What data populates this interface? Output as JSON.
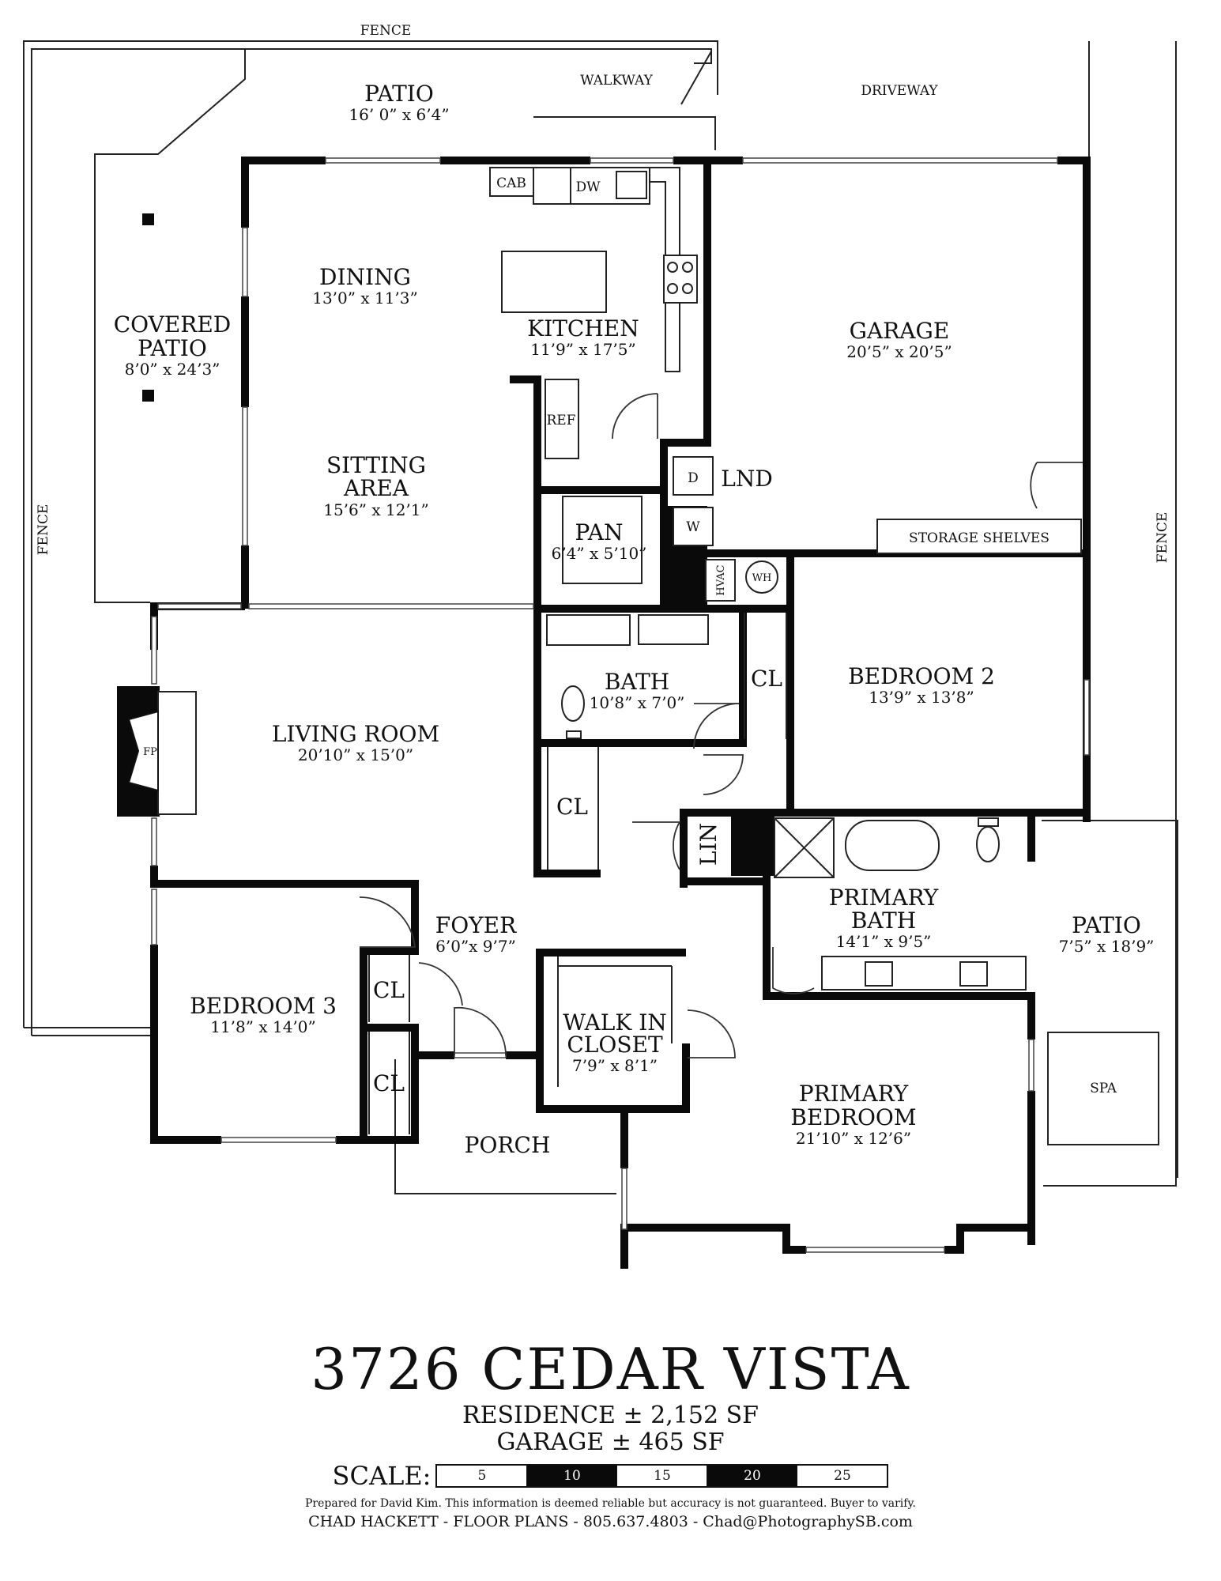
{
  "exterior": {
    "fence_top": "FENCE",
    "fence_left": "FENCE",
    "fence_right": "FENCE",
    "walkway": "WALKWAY",
    "driveway": "DRIVEWAY",
    "porch": "PORCH"
  },
  "rooms": {
    "patio_rear": {
      "name": "PATIO",
      "dims": "16’ 0” x 6’4”"
    },
    "covered_patio": {
      "name_line1": "COVERED",
      "name_line2": "PATIO",
      "dims": "8’0” x 24’3”"
    },
    "dining": {
      "name": "DINING",
      "dims": "13’0” x 11’3”"
    },
    "kitchen": {
      "name": "KITCHEN",
      "dims": "11’9” x 17’5”"
    },
    "sitting_area": {
      "name_line1": "SITTING",
      "name_line2": "AREA",
      "dims": "15’6” x 12’1”"
    },
    "garage": {
      "name": "GARAGE",
      "dims": "20’5” x 20’5”"
    },
    "pantry": {
      "name": "PAN",
      "dims": "6’4” x 5’10”"
    },
    "laundry": {
      "name": "LND"
    },
    "living_room": {
      "name": "LIVING ROOM",
      "dims": "20’10” x 15’0”"
    },
    "bath": {
      "name": "BATH",
      "dims": "10’8” x 7’0”"
    },
    "bedroom2": {
      "name": "BEDROOM 2",
      "dims": "13’9” x 13’8”"
    },
    "foyer": {
      "name": "FOYER",
      "dims": "6’0”x 9’7”"
    },
    "bedroom3": {
      "name": "BEDROOM 3",
      "dims": "11’8” x 14’0”"
    },
    "walk_in_closet": {
      "name_line1": "WALK IN",
      "name_line2": "CLOSET",
      "dims": "7’9” x 8’1”"
    },
    "primary_bath": {
      "name_line1": "PRIMARY",
      "name_line2": "BATH",
      "dims": "14’1” x 9’5”"
    },
    "patio_side": {
      "name": "PATIO",
      "dims": "7’5” x 18’9”"
    },
    "primary_bedroom": {
      "name_line1": "PRIMARY",
      "name_line2": "BEDROOM",
      "dims": "21’10” x 12’6”"
    }
  },
  "fixtures": {
    "cab": "CAB",
    "dw": "DW",
    "ref": "REF",
    "dryer": "D",
    "washer": "W",
    "hvac": "HVAC",
    "wh": "WH",
    "storage": "STORAGE SHELVES",
    "fp": "FP",
    "lin": "LIN",
    "cl": "CL",
    "spa": "SPA"
  },
  "footer": {
    "address": "3726 CEDAR VISTA",
    "residence": "RESIDENCE ± 2,152 SF",
    "garage": "GARAGE ± 465 SF",
    "scale_label": "SCALE:",
    "scale_marks": [
      "5",
      "10",
      "15",
      "20",
      "25"
    ],
    "disclaimer": "Prepared for David Kim. This information is deemed reliable but accuracy is not guaranteed. Buyer to varify.",
    "credit": "CHAD HACKETT - FLOOR PLANS - 805.637.4803 - Chad@PhotographySB.com"
  }
}
